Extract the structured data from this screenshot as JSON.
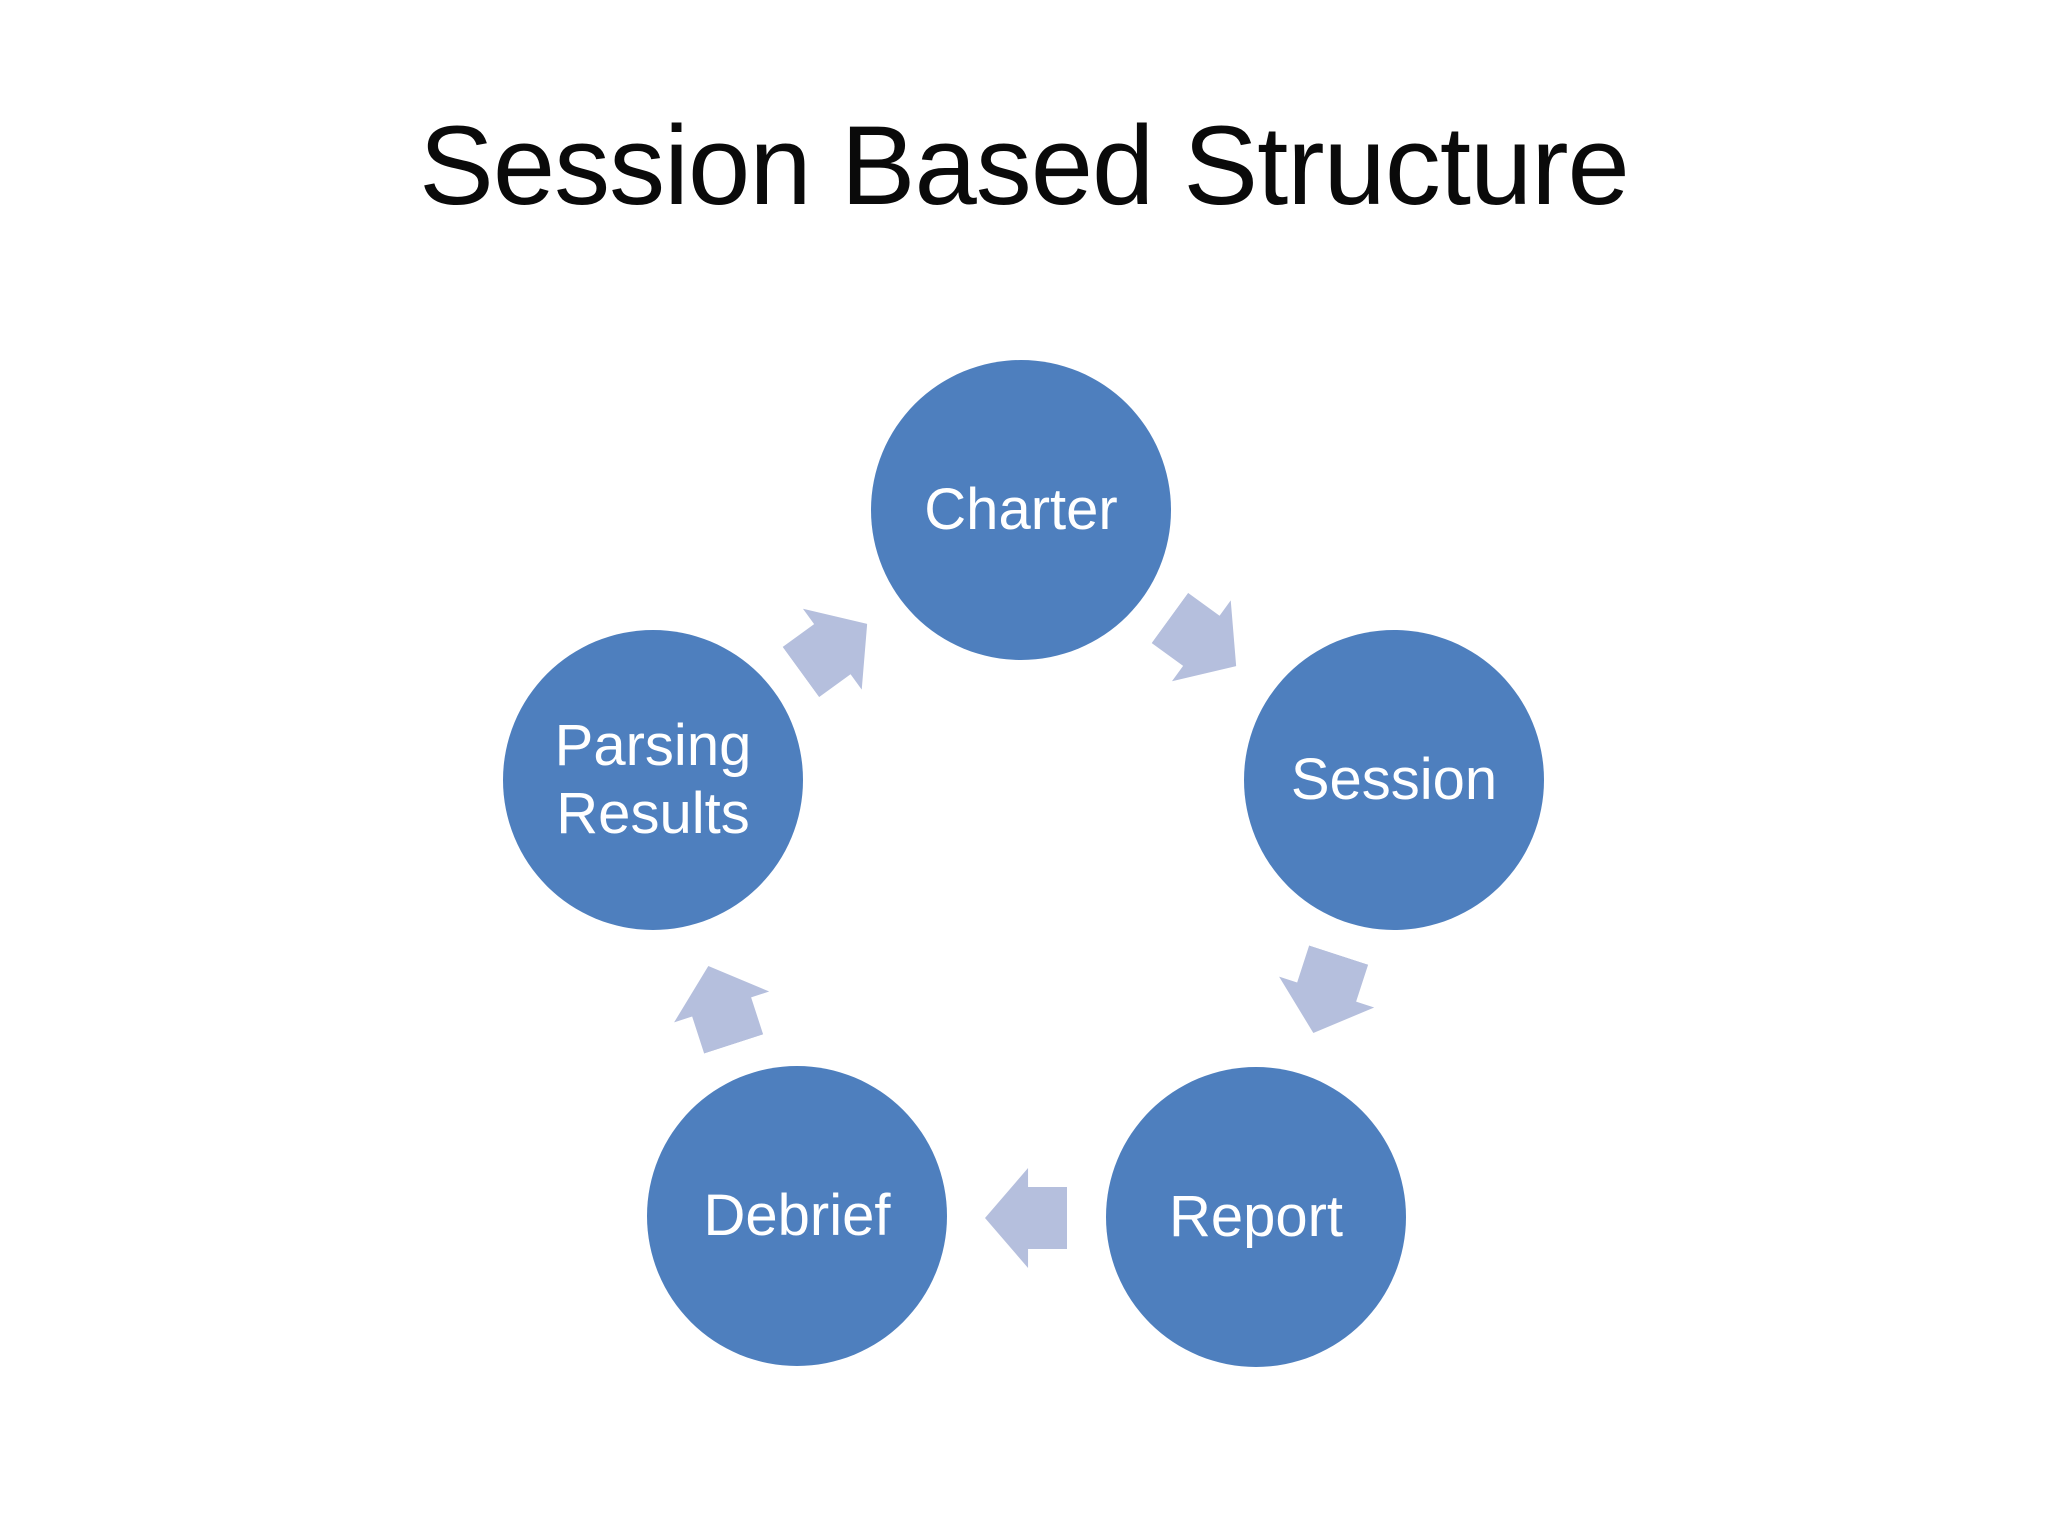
{
  "title": "Session Based Structure",
  "diagram": {
    "type": "cycle",
    "nodes": [
      {
        "id": "charter",
        "label": "Charter"
      },
      {
        "id": "session",
        "label": "Session"
      },
      {
        "id": "report",
        "label": "Report"
      },
      {
        "id": "debrief",
        "label": "Debrief"
      },
      {
        "id": "parsing-results",
        "label": "Parsing Results"
      }
    ],
    "flow": [
      "Charter → Session",
      "Session → Report",
      "Report → Debrief",
      "Debrief → Parsing Results",
      "Parsing Results → Charter"
    ],
    "colors": {
      "background": "#ffffff",
      "title_text": "#0a0a0a",
      "node_fill": "#4e7fbe",
      "node_text": "#ffffff",
      "arrow_fill": "#b5bfdd"
    }
  }
}
